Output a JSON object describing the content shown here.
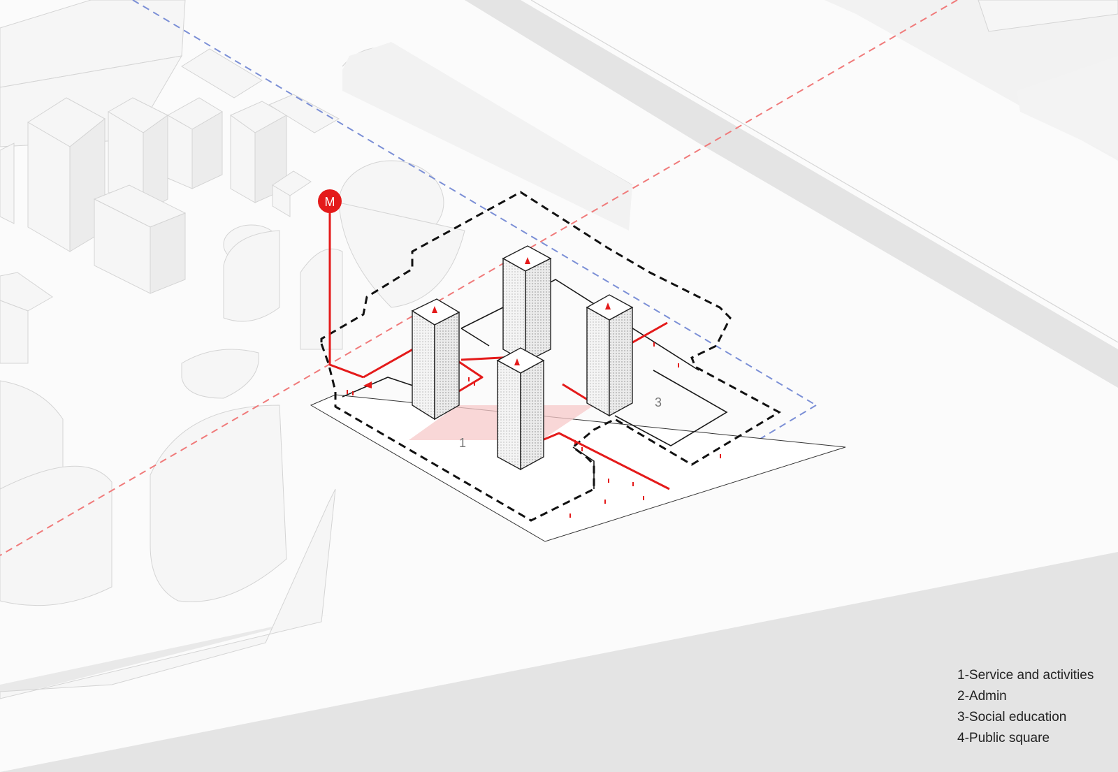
{
  "diagram": {
    "metro_marker": "M",
    "zones": [
      {
        "id": "zone-1",
        "label": "1"
      },
      {
        "id": "zone-3",
        "label": "3"
      }
    ],
    "legend": [
      "1-Service and activities",
      "2-Admin",
      "3-Social education",
      "4-Public square"
    ],
    "colors": {
      "circulation_red": "#e41a1a",
      "axis_red": "#f07a7a",
      "axis_blue": "#7b8fd6",
      "boundary_black": "#111111",
      "ground_shadow": "#e2e2e2"
    }
  }
}
